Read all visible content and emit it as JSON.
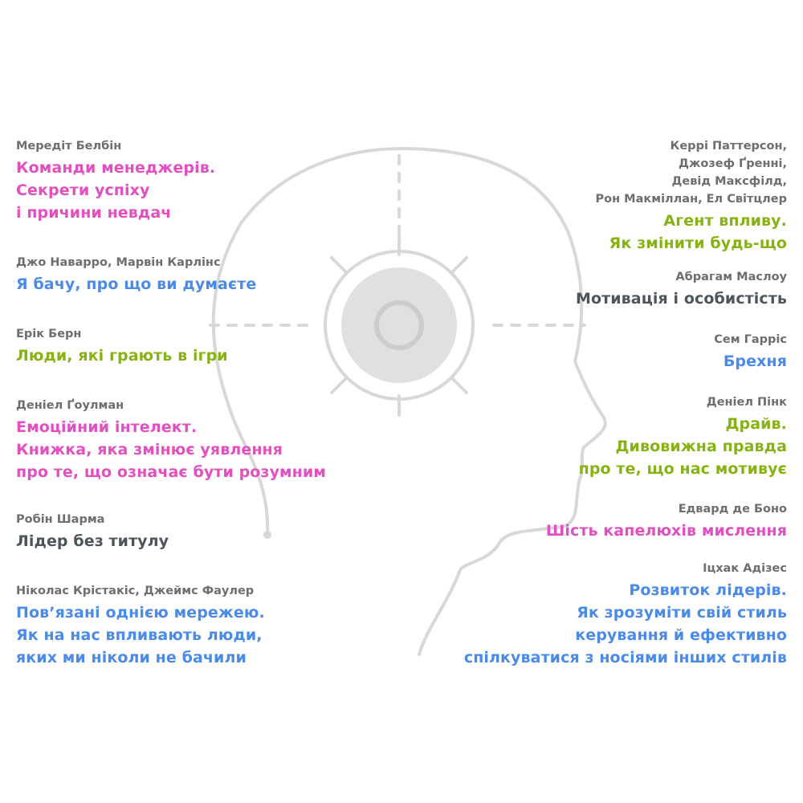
{
  "colors": {
    "magenta": "#e34fc0",
    "blue": "#4b8be8",
    "green": "#86b213",
    "dark": "#4c5658",
    "author": "#6e6e6e",
    "outline": "#d8d8d8",
    "core": "#e0e0e0"
  },
  "icons": {
    "head": "head-profile-outline-icon",
    "brain": "sun-gear-icon"
  },
  "books_left": [
    {
      "author": [
        "Мередіт Белбін"
      ],
      "title": [
        "Команди менеджерів.",
        "Секрети успіху",
        "і причини невдач"
      ],
      "color": "magenta"
    },
    {
      "author": [
        "Джо Наварро, Марвін Карлінс"
      ],
      "title": [
        "Я бачу, про що ви думаєте"
      ],
      "color": "blue"
    },
    {
      "author": [
        "Ерік Берн"
      ],
      "title": [
        "Люди, які грають в ігри"
      ],
      "color": "green"
    },
    {
      "author": [
        "Деніел Ґоулман"
      ],
      "title": [
        "Емоційний інтелект.",
        "Книжка, яка змінює уявлення",
        "про те, що означає бути розумним"
      ],
      "color": "magenta"
    },
    {
      "author": [
        "Робін Шарма"
      ],
      "title": [
        "Лідер без титулу"
      ],
      "color": "dark"
    },
    {
      "author": [
        "Ніколас Крістакіс, Джеймс Фаулер"
      ],
      "title": [
        "Пов’язані однією мережею.",
        "Як на нас впливають люди,",
        "яких ми ніколи не бачили"
      ],
      "color": "blue"
    }
  ],
  "books_right": [
    {
      "author": [
        "Керрі Паттерсон,",
        "Джозеф Ґренні,",
        "Девід Максфілд,",
        "Рон Макміллан, Ел Світцлер"
      ],
      "title": [
        "Агент впливу.",
        "Як змінити будь-що"
      ],
      "color": "green"
    },
    {
      "author": [
        "Абрагам Маслоу"
      ],
      "title": [
        "Мотивація і особистість"
      ],
      "color": "dark"
    },
    {
      "author": [
        "Сем Гарріс"
      ],
      "title": [
        "Брехня"
      ],
      "color": "blue"
    },
    {
      "author": [
        "Деніел Пінк"
      ],
      "title": [
        "Драйв.",
        "Дивовижна правда",
        "про те, що нас мотивує"
      ],
      "color": "green"
    },
    {
      "author": [
        "Едвард де Боно"
      ],
      "title": [
        "Шість капелюхів мислення"
      ],
      "color": "magenta"
    },
    {
      "author": [
        "Іцхак Адізес"
      ],
      "title": [
        "Розвиток лідерів.",
        "Як зрозуміти свій стиль",
        "керування й ефективно",
        "спілкуватися з носіями інших стилів"
      ],
      "color": "blue"
    }
  ]
}
